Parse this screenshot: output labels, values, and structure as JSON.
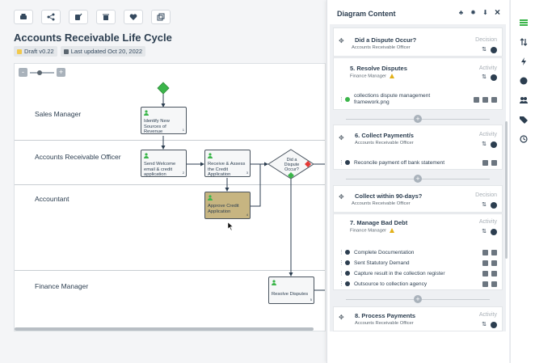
{
  "toolbar": {
    "buttons": [
      "print-icon",
      "share-icon",
      "edit-icon",
      "delete-icon",
      "favorite-icon",
      "copy-icon"
    ]
  },
  "document": {
    "title": "Accounts Receivable Life Cycle",
    "status": "Draft v0.22",
    "updated": "Last updated Oct 20, 2022"
  },
  "zoom": {
    "minus": "-",
    "plus": "+"
  },
  "lanes": [
    {
      "label": "Sales Manager"
    },
    {
      "label": "Accounts Receivable Officer"
    },
    {
      "label": "Accountant"
    },
    {
      "label": "Finance Manager"
    }
  ],
  "tasks": [
    {
      "label": "Identify New Sources of Revenue",
      "num": "1"
    },
    {
      "label": "Send Welcome email & credit application",
      "num": "2"
    },
    {
      "label": "Receive & Assess the Credit Application",
      "num": "3"
    },
    {
      "label": "Approve Credit Application",
      "num": "4"
    },
    {
      "label": "Resolve Disputes",
      "num": "5"
    }
  ],
  "gateway": {
    "label": "Did a Dispute Occur?"
  },
  "panel": {
    "title": "Diagram Content",
    "steps": [
      {
        "title": "Did a Dispute Occur?",
        "role": "Accounts Receivable Officer",
        "type": "Decision"
      },
      {
        "title": "5. Resolve Disputes",
        "role": "Finance Manager",
        "type": "Activity",
        "items": [
          "collections dispute management framework.png"
        ]
      },
      {
        "title": "6. Collect Payment/s",
        "role": "Accounts Receivable Officer",
        "type": "Activity",
        "items": [
          "Reconcile payment off bank statement"
        ]
      },
      {
        "title": "Collect within 90-days?",
        "role": "Accounts Receivable Officer",
        "type": "Decision"
      },
      {
        "title": "7. Manage Bad Debt",
        "role": "Finance Manager",
        "type": "Activity",
        "items": [
          "Complete Documentation",
          "Sent Statutory Demand",
          "Capture result in the collection register",
          "Outsource to collection agency"
        ]
      },
      {
        "title": "8. Process Payments",
        "role": "Accounts Receivable Officer",
        "type": "Activity"
      }
    ]
  },
  "colors": {
    "accent_green": "#3bb54a",
    "highlight_task": "#c7b581",
    "decision_red": "#e53935",
    "warning": "#e2b018"
  }
}
